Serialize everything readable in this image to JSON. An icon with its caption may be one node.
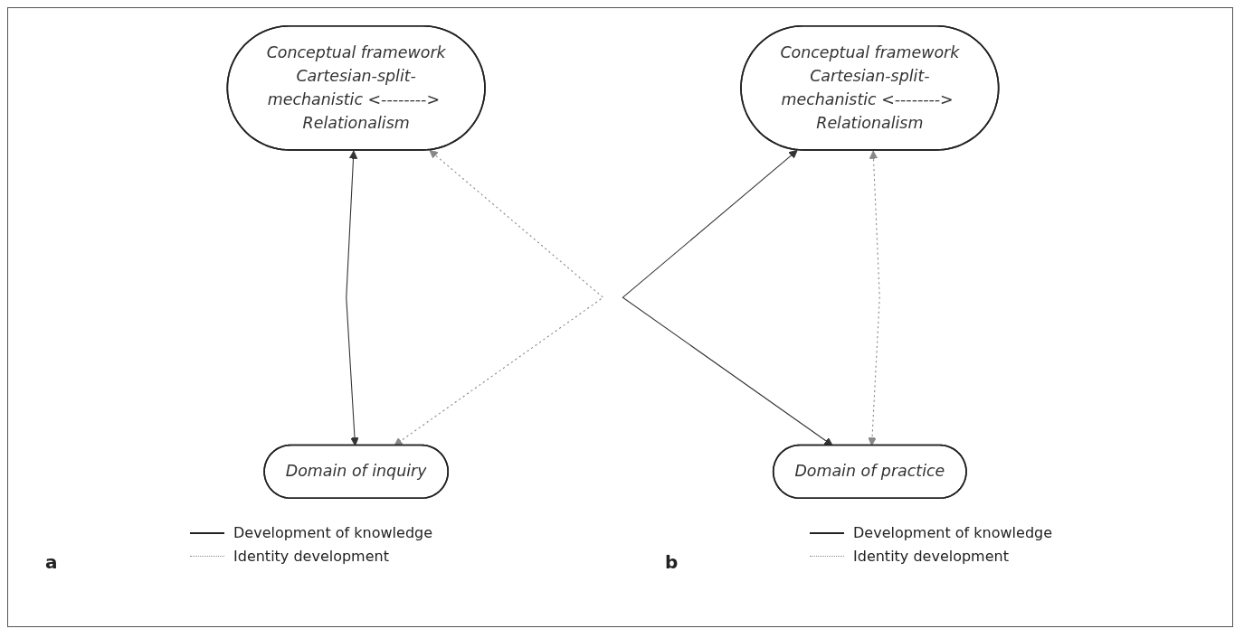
{
  "diagram": {
    "nodes": [
      {
        "text": [
          "Conceptual framework",
          "Cartesian-split-mechanistic <--------> Relationalism"
        ]
      },
      {
        "text": [
          "Domain of inquiry"
        ]
      },
      {
        "text": [
          "Conceptual framework",
          "Cartesian-split-mechanistic <--------> Relationalism"
        ]
      },
      {
        "text": [
          "Domain of practice"
        ]
      }
    ],
    "edges": [
      {
        "from": 0,
        "to": 1,
        "arrow": "both"
      },
      {
        "from": 0,
        "to": 1,
        "arrow": "both",
        "style": "dashed",
        "color": "#888888"
      },
      {
        "from": 2,
        "to": 3,
        "arrow": "both"
      },
      {
        "from": 2,
        "to": 3,
        "arrow": "both",
        "style": "dashed",
        "color": "#888888"
      }
    ],
    "labels": [
      "a",
      "b"
    ],
    "legend": [
      {
        "text": "Development of knowledge"
      },
      {
        "text": "Identity development"
      },
      {
        "text": "Development of knowledge"
      },
      {
        "text": "Identity development"
      }
    ]
  }
}
